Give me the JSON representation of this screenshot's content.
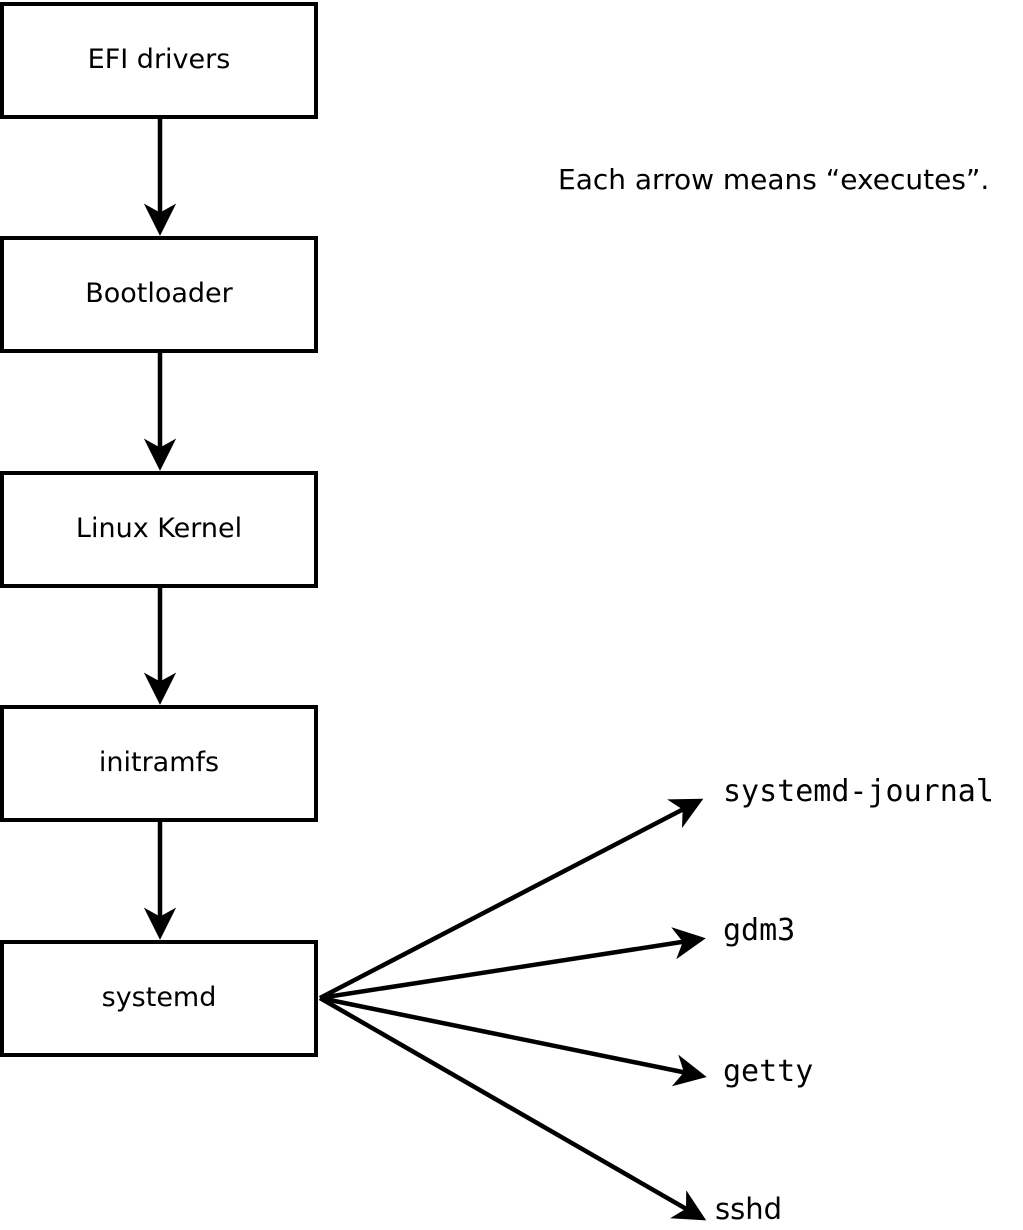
{
  "diagram": {
    "note": "Each arrow means “executes”.",
    "boxes": [
      {
        "id": "efi-drivers",
        "label": "EFI drivers"
      },
      {
        "id": "bootloader",
        "label": "Bootloader"
      },
      {
        "id": "linux-kernel",
        "label": "Linux Kernel"
      },
      {
        "id": "initramfs",
        "label": "initramfs"
      },
      {
        "id": "systemd",
        "label": "systemd"
      }
    ],
    "processes": [
      {
        "id": "systemd-journal",
        "label": "systemd-journal"
      },
      {
        "id": "gdm3",
        "label": "gdm3"
      },
      {
        "id": "getty",
        "label": "getty"
      },
      {
        "id": "sshd",
        "label": "sshd"
      }
    ],
    "colors": {
      "line": "#000000",
      "background": "#ffffff",
      "box_fill": "#ffffff"
    }
  }
}
